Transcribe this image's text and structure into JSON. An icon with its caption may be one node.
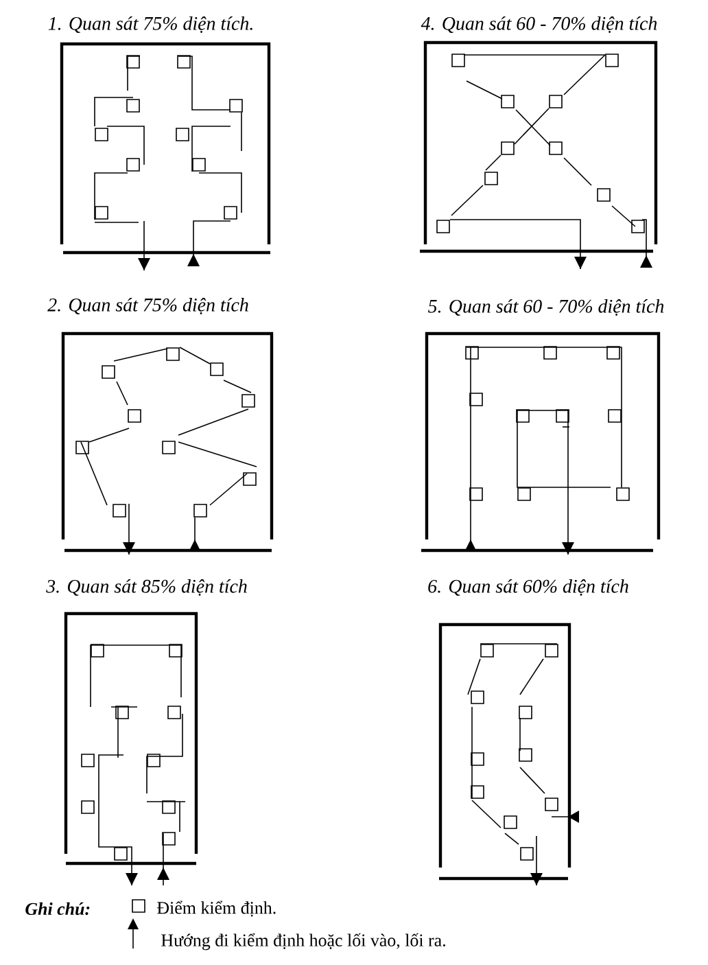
{
  "diagram": {
    "nodes": [
      {
        "text": [
          "1. Quan sát 75% diện tích."
        ]
      },
      {
        "text": [
          "4. Quan sát 60 - 70% diện tích"
        ]
      },
      {
        "text": [
          "2. Quan sát 75% diện tích"
        ]
      },
      {
        "text": [
          "5. Quan sát 60 - 70% diện tích"
        ]
      },
      {
        "text": [
          "3. Quan sát 85% diện tích"
        ]
      },
      {
        "text": [
          "6. Quan sát 60% diện tích"
        ]
      }
    ],
    "labels": [
      "Ghi chú:"
    ],
    "legend": [
      {
        "text": "Điểm kiểm định."
      },
      {
        "text": "Hướng đi kiểm định hoặc lối vào, lối ra."
      }
    ]
  }
}
